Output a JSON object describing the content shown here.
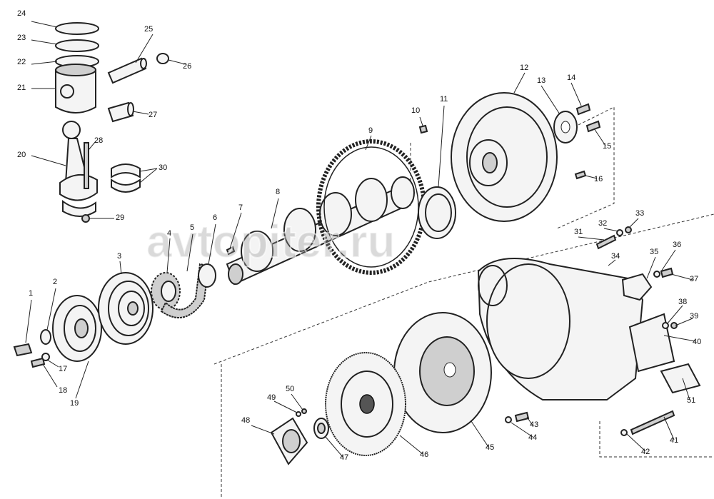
{
  "watermark": "avtopiter.ru",
  "labels": {
    "l1": "1",
    "l2": "2",
    "l3": "3",
    "l4": "4",
    "l5": "5",
    "l6": "6",
    "l7": "7",
    "l8": "8",
    "l9": "9",
    "l10": "10",
    "l11": "11",
    "l12": "12",
    "l13": "13",
    "l14": "14",
    "l15": "15",
    "l16": "16",
    "l17": "17",
    "l18": "18",
    "l19": "19",
    "l20": "20",
    "l21": "21",
    "l22": "22",
    "l23": "23",
    "l24": "24",
    "l25": "25",
    "l26": "26",
    "l27": "27",
    "l28": "28",
    "l29": "29",
    "l30": "30",
    "l31": "31",
    "l32": "32",
    "l33": "33",
    "l34": "34",
    "l35": "35",
    "l36": "36",
    "l37": "37",
    "l38": "38",
    "l39": "39",
    "l40": "40",
    "l41": "41",
    "l42": "42",
    "l43": "43",
    "l44": "44",
    "l45": "45",
    "l46": "46",
    "l47": "47",
    "l48": "48",
    "l49": "49",
    "l50": "50",
    "l51": "51"
  }
}
